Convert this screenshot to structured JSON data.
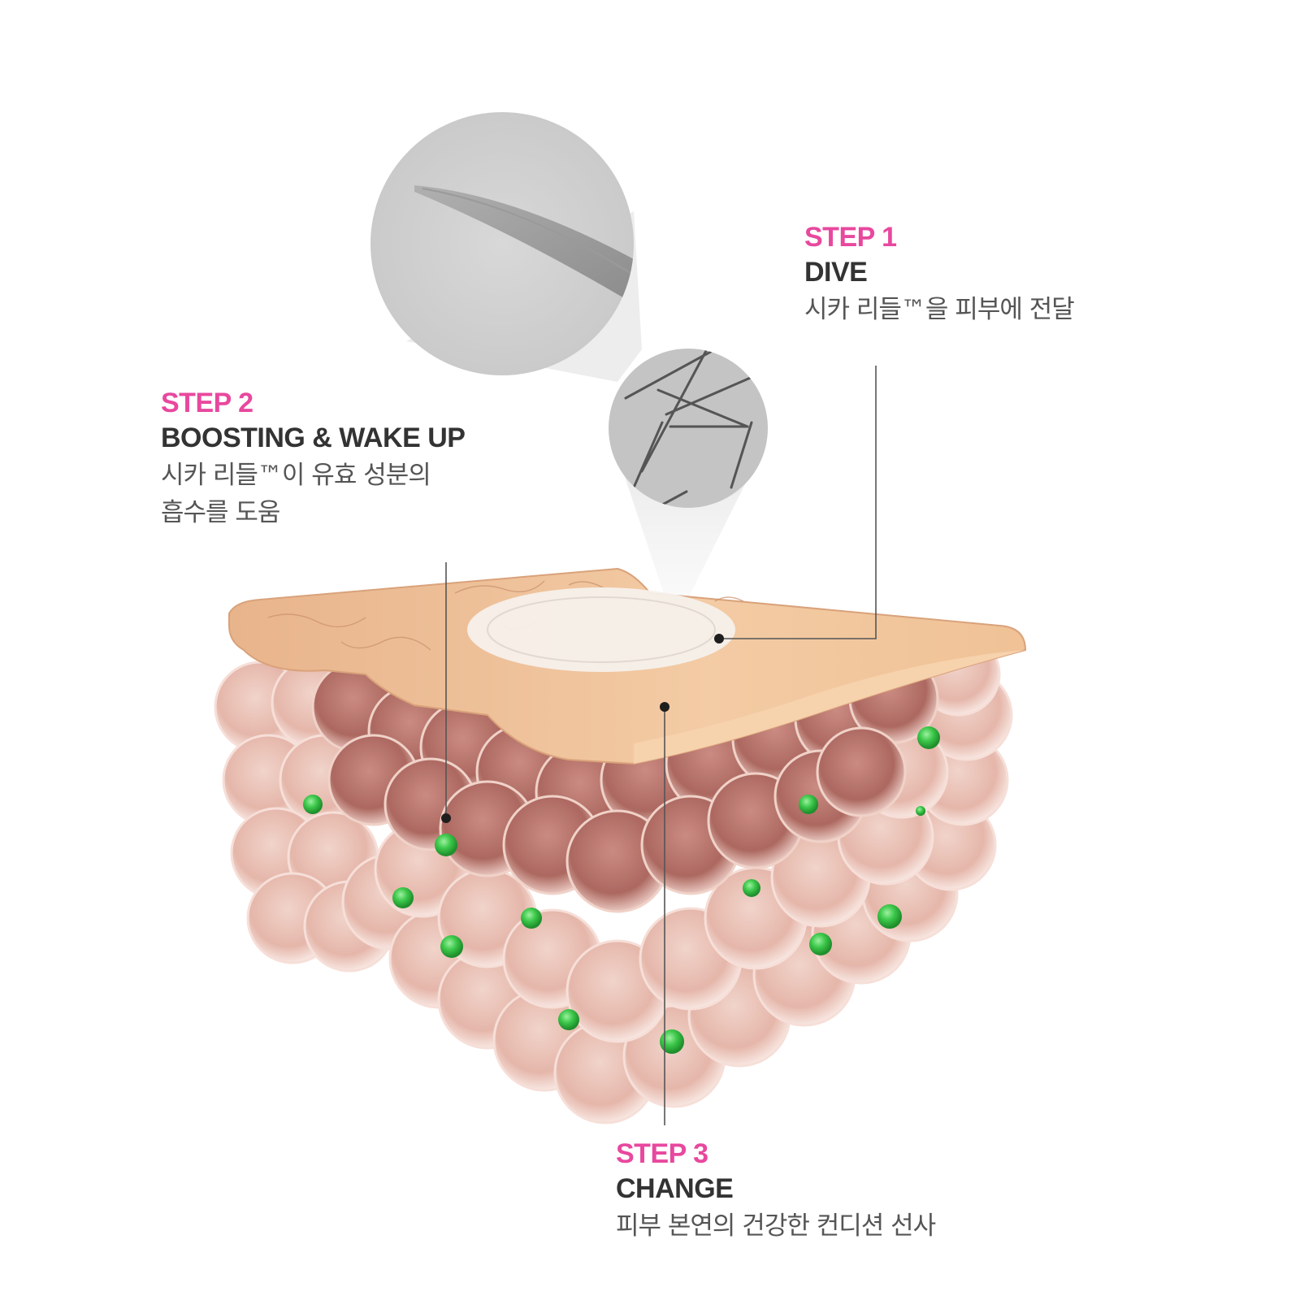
{
  "colors": {
    "accent_pink": "#e8489e",
    "title_dark": "#333333",
    "desc_gray": "#555555",
    "skin_layer": "#f1c49a",
    "cell_tint": "#c98a80",
    "ingredient_green": "#3cc84a",
    "leader_line": "#555555"
  },
  "steps": [
    {
      "label": "STEP 1",
      "title": "DIVE",
      "description_lines": [
        "시카 리들™을 피부에 전달"
      ]
    },
    {
      "label": "STEP 2",
      "title": "BOOSTING & WAKE UP",
      "description_lines": [
        "시카 리들™이 유효 성분의",
        "흡수를 도움"
      ]
    },
    {
      "label": "STEP 3",
      "title": "CHANGE",
      "description_lines": [
        "피부 본연의 건강한 컨디션 선사"
      ]
    }
  ],
  "illustration": {
    "magnified_views": [
      {
        "name": "single-needle-closeup"
      },
      {
        "name": "cica-reedle-spicules-microscope"
      }
    ],
    "skin_cross_section": {
      "layers": [
        "epidermis-surface",
        "cell-layers"
      ]
    }
  }
}
